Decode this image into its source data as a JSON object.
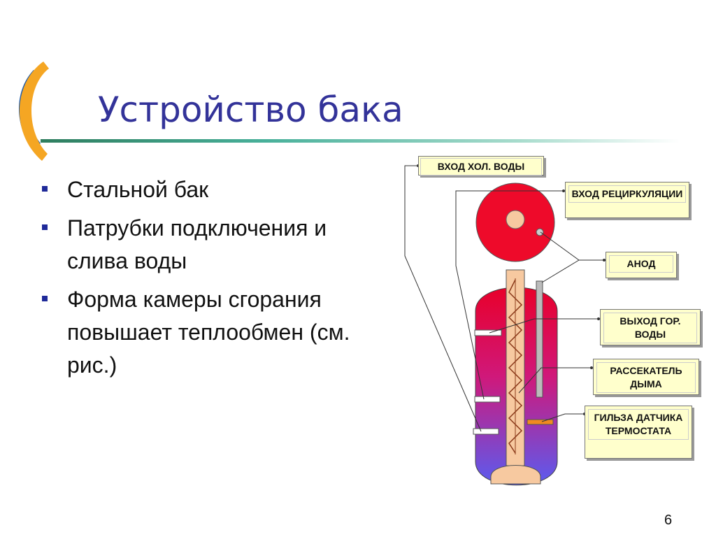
{
  "title": "Устройство бака",
  "bullets": [
    "Стальной бак",
    "Патрубки подключения и слива воды",
    "Форма камеры сгорания повышает теплообмен (см. рис.)"
  ],
  "labels": {
    "cold_inlet": "ВХОД ХОЛ. ВОДЫ",
    "recirc_inlet": "ВХОД РЕЦИРКУЛЯЦИИ",
    "anode": "АНОД",
    "hot_outlet": "ВЫХОД ГОР. ВОДЫ",
    "smoke_divider": "РАССЕКАТЕЛЬ ДЫМА",
    "thermostat_sleeve": "ГИЛЬЗА ДАТЧИКА ТЕРМОСТАТА"
  },
  "page_number": "6",
  "colors": {
    "title": "#333399",
    "accent_orange": "#f5a623",
    "accent_blue": "#1f5ba8",
    "tank_top": "#e8002a",
    "tank_bottom": "#5a5cf0",
    "flue": "#f7c9a0",
    "label_bg": "#ffffcc"
  }
}
